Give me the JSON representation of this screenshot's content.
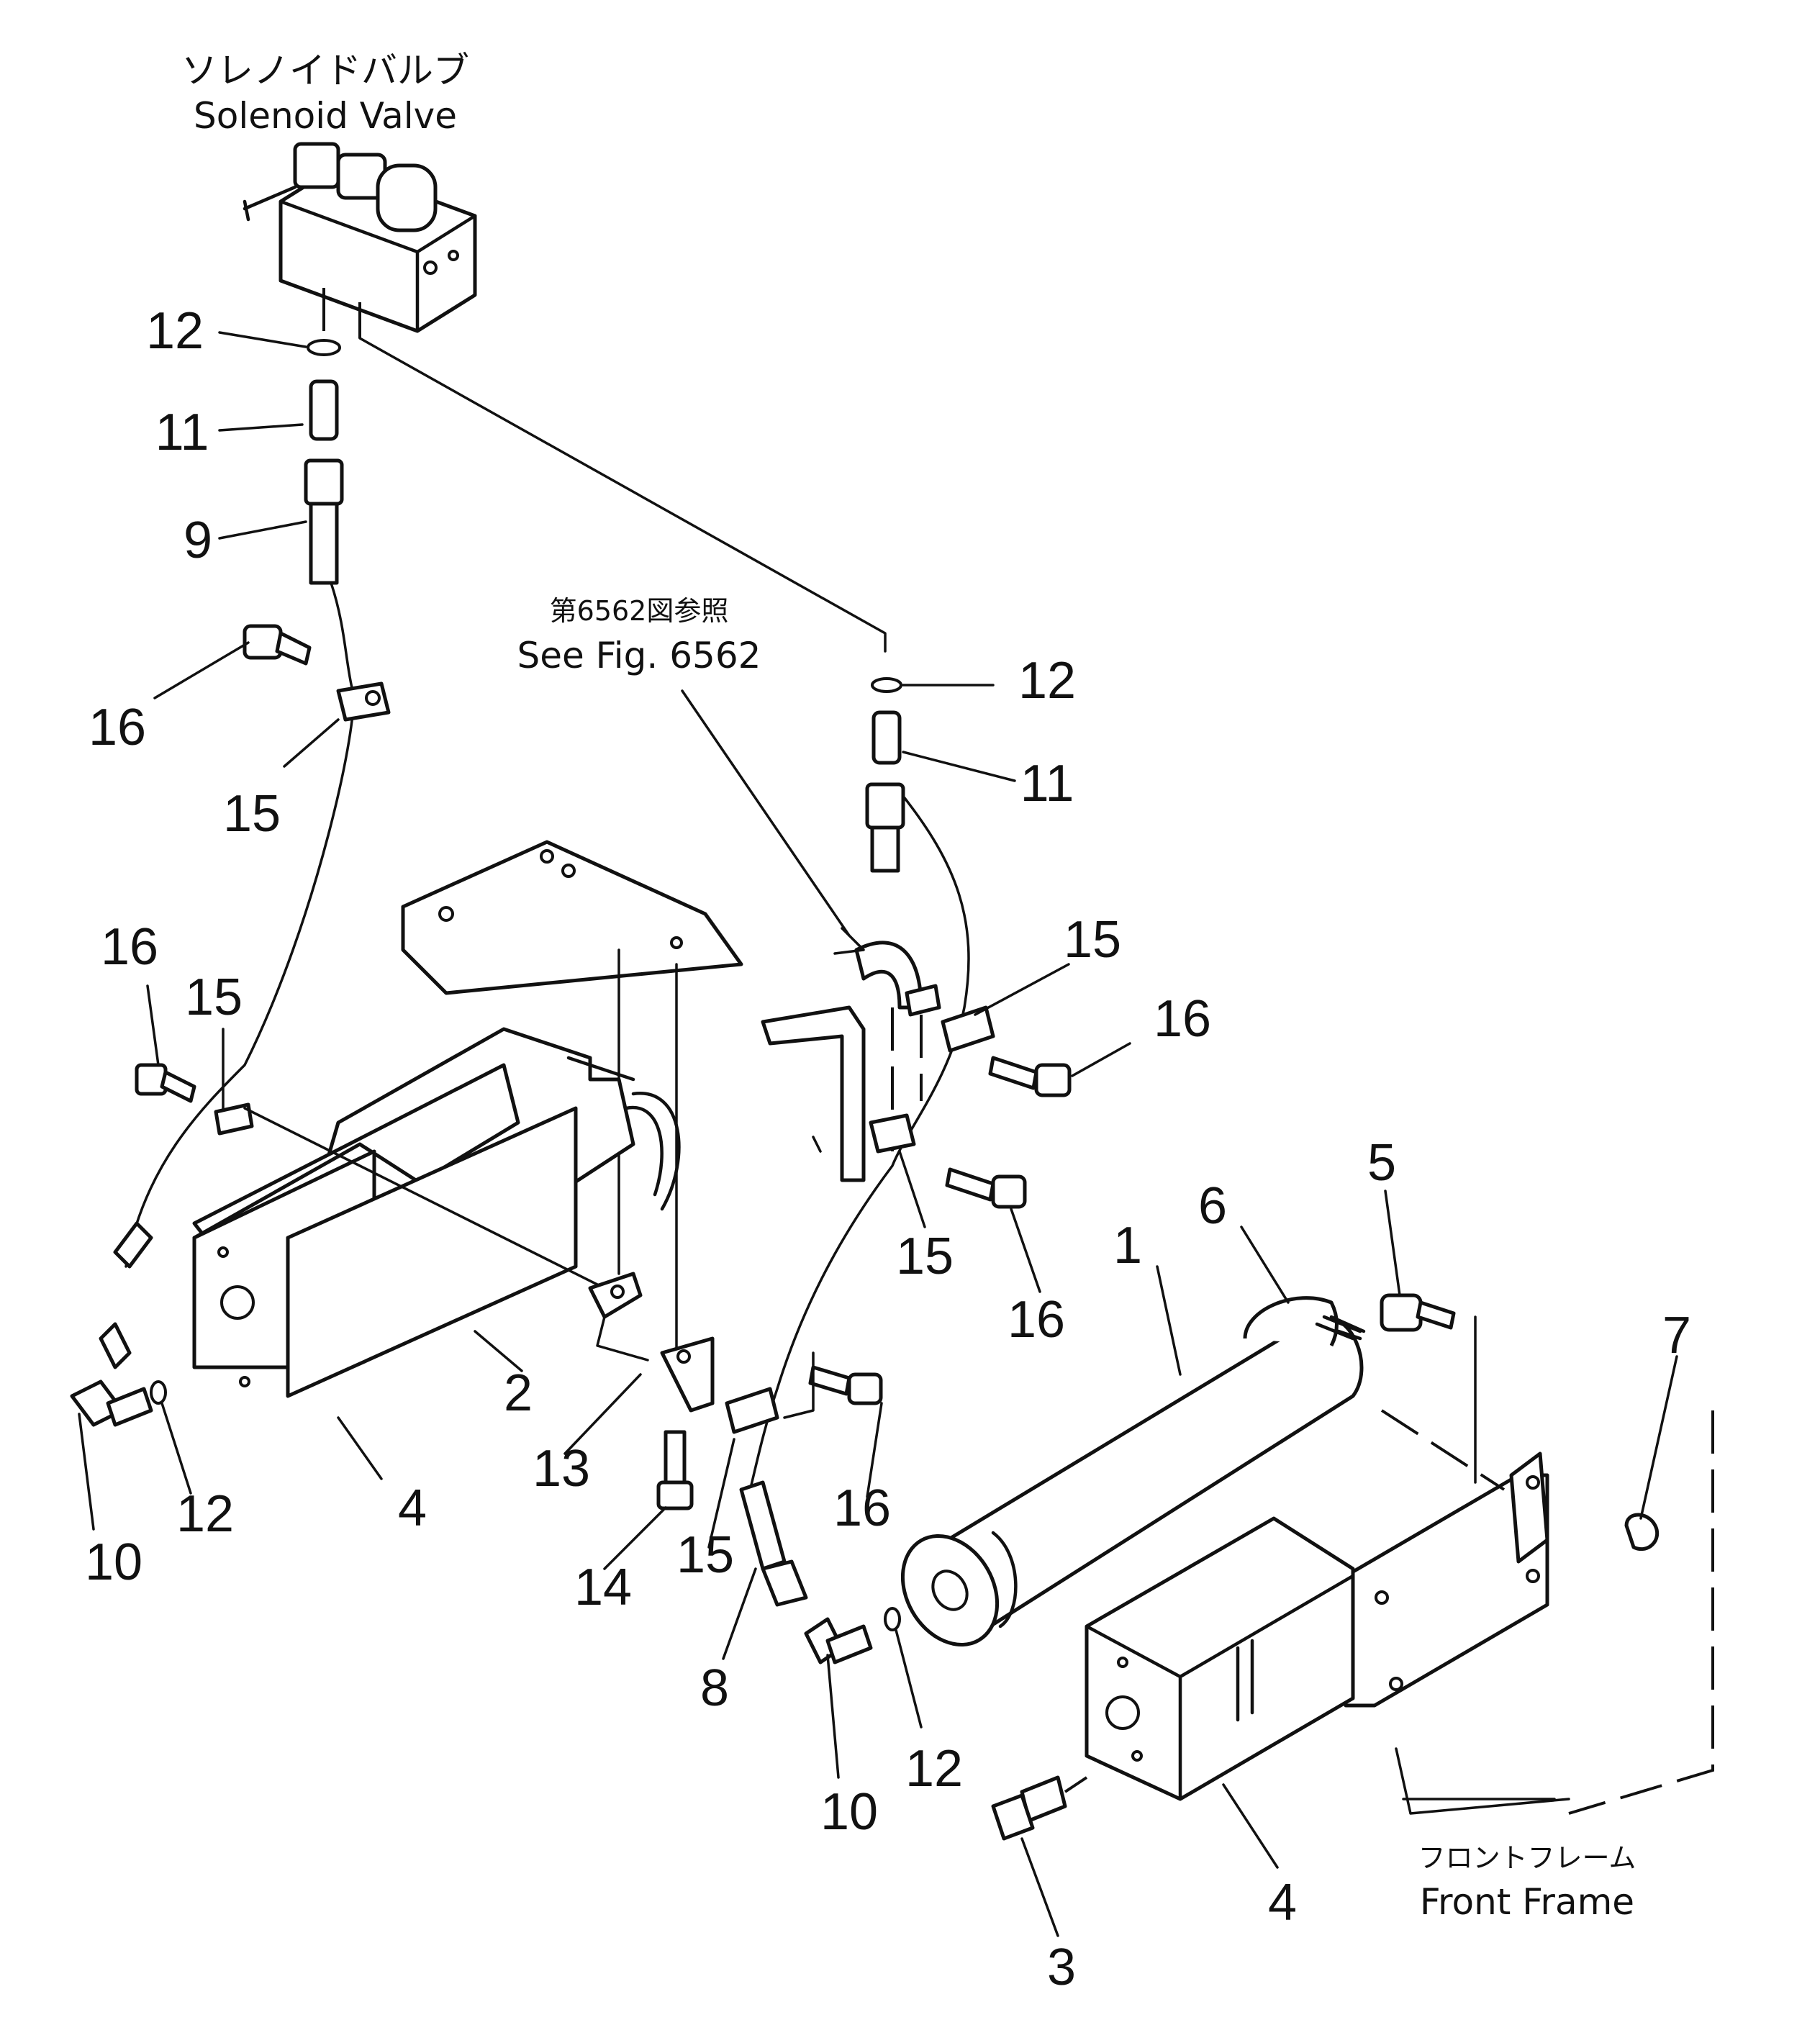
{
  "callouts": {
    "solenoid_valve": {
      "jp": "ソレノイドバルブ",
      "en": "Solenoid Valve"
    },
    "see_fig": {
      "jp": "第6562図参照",
      "en": "See Fig. 6562"
    },
    "front_frame": {
      "jp": "フロントフレーム",
      "en": "Front Frame"
    }
  },
  "part_numbers": [
    {
      "id": "n12a",
      "label": "12"
    },
    {
      "id": "n11a",
      "label": "11"
    },
    {
      "id": "n9",
      "label": "9"
    },
    {
      "id": "n16a",
      "label": "16"
    },
    {
      "id": "n15a",
      "label": "15"
    },
    {
      "id": "n16b",
      "label": "16"
    },
    {
      "id": "n15b",
      "label": "15"
    },
    {
      "id": "n12b",
      "label": "12"
    },
    {
      "id": "n11b",
      "label": "11"
    },
    {
      "id": "n15c",
      "label": "15"
    },
    {
      "id": "n16c",
      "label": "16"
    },
    {
      "id": "n15d",
      "label": "15"
    },
    {
      "id": "n16d",
      "label": "16"
    },
    {
      "id": "n1",
      "label": "1"
    },
    {
      "id": "n6",
      "label": "6"
    },
    {
      "id": "n5",
      "label": "5"
    },
    {
      "id": "n7",
      "label": "7"
    },
    {
      "id": "n2",
      "label": "2"
    },
    {
      "id": "n13",
      "label": "13"
    },
    {
      "id": "n4a",
      "label": "4"
    },
    {
      "id": "n10a",
      "label": "10"
    },
    {
      "id": "n12c",
      "label": "12"
    },
    {
      "id": "n14",
      "label": "14"
    },
    {
      "id": "n15e",
      "label": "15"
    },
    {
      "id": "n16e",
      "label": "16"
    },
    {
      "id": "n8",
      "label": "8"
    },
    {
      "id": "n10b",
      "label": "10"
    },
    {
      "id": "n12d",
      "label": "12"
    },
    {
      "id": "n4b",
      "label": "4"
    },
    {
      "id": "n3",
      "label": "3"
    }
  ]
}
